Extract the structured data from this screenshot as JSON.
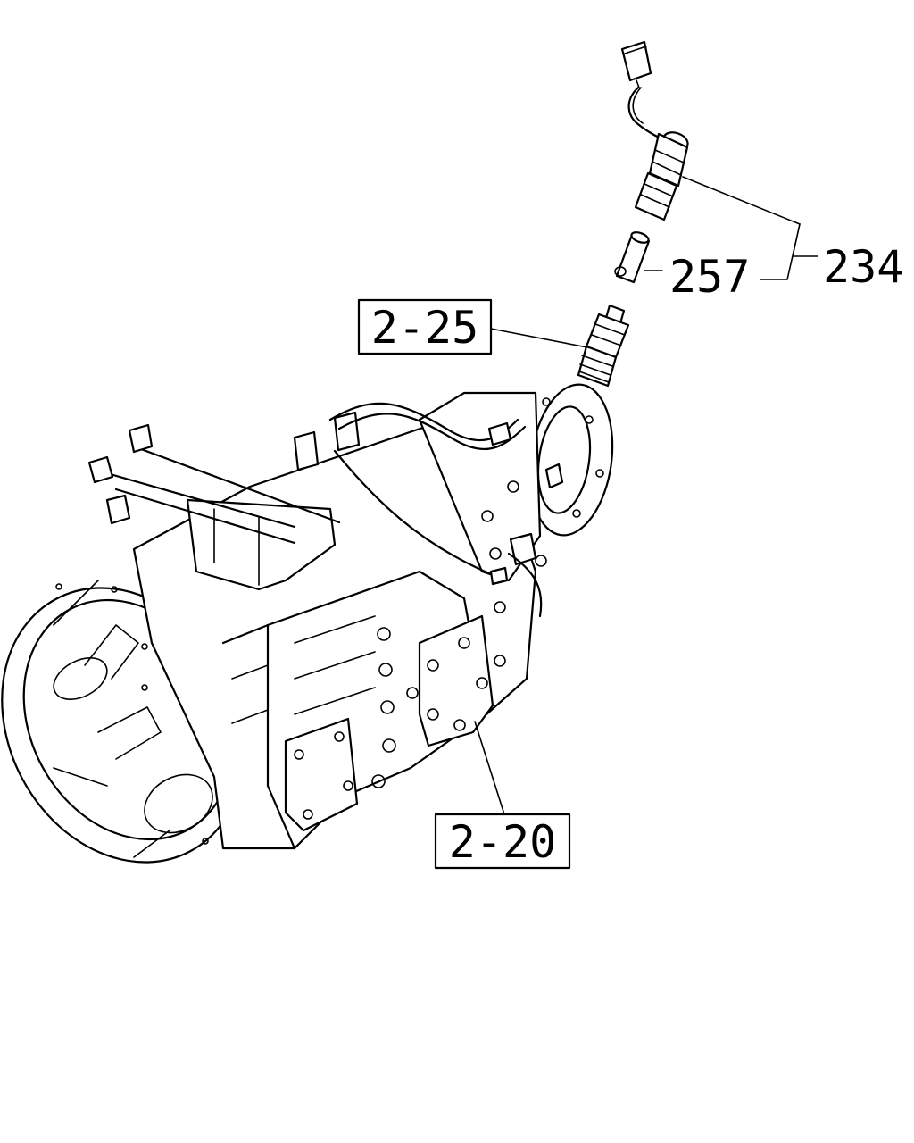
{
  "labels": {
    "sensor_assembly": "234",
    "pin": "257",
    "ref_speedometer": "2-25",
    "ref_transmission": "2-20"
  }
}
